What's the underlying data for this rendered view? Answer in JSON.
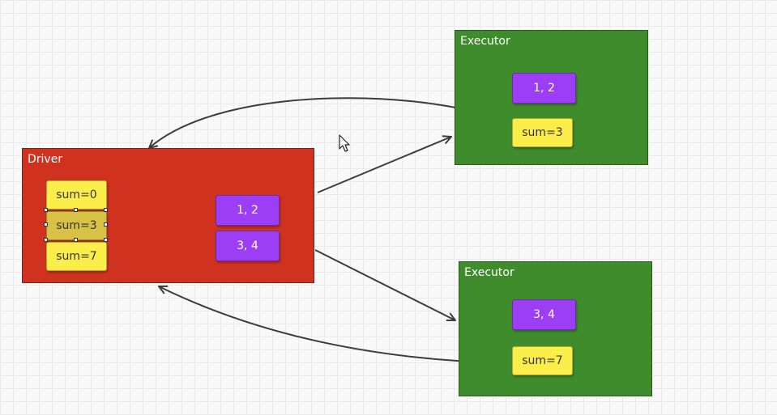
{
  "colors": {
    "driver": "#d03220",
    "executor": "#3e8c2c",
    "partition": "#9b3ef5",
    "accumulator": "#fcee4a",
    "accumulator_selected": "#d8c246",
    "arrow": "#3c3c3c"
  },
  "driver": {
    "title": "Driver",
    "accumulators": [
      {
        "label": "sum=0"
      },
      {
        "label": "sum=3"
      },
      {
        "label": "sum=7"
      }
    ],
    "partitions": [
      {
        "label": "1, 2"
      },
      {
        "label": "3, 4"
      }
    ]
  },
  "executors": [
    {
      "title": "Executor",
      "partition": "1, 2",
      "accumulator": "sum=3"
    },
    {
      "title": "Executor",
      "partition": "3, 4",
      "accumulator": "sum=7"
    }
  ],
  "cursor_icon": "mouse-pointer-icon"
}
